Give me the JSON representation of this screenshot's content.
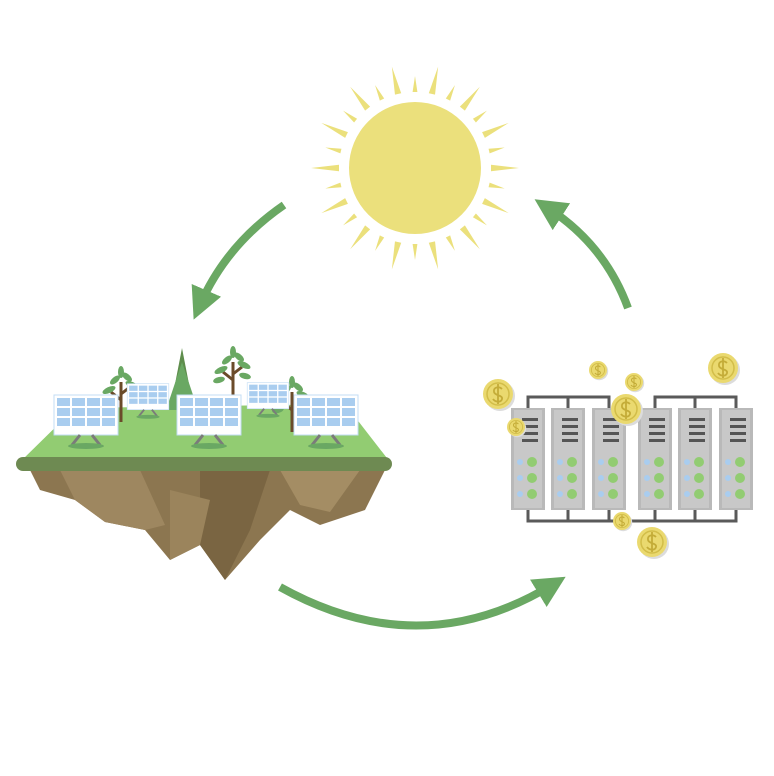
{
  "diagram": {
    "type": "cycle",
    "nodes": [
      {
        "id": "sun",
        "icon": "sun-icon"
      },
      {
        "id": "solar_island",
        "icon": "solar-farm-island-icon"
      },
      {
        "id": "server_cluster",
        "icon": "server-rack-icon",
        "decorations": "coin-icon"
      }
    ],
    "edges": [
      {
        "from": "sun",
        "to": "solar_island"
      },
      {
        "from": "solar_island",
        "to": "server_cluster"
      },
      {
        "from": "server_cluster",
        "to": "sun"
      }
    ]
  },
  "colors": {
    "sun": "#ebe07c",
    "arrow": "#6aa863",
    "grass": "#92cc72",
    "soil": "#8c7650",
    "panel": "#a9cdef",
    "server": "#b9b9b9",
    "coin": "#ead96f"
  }
}
